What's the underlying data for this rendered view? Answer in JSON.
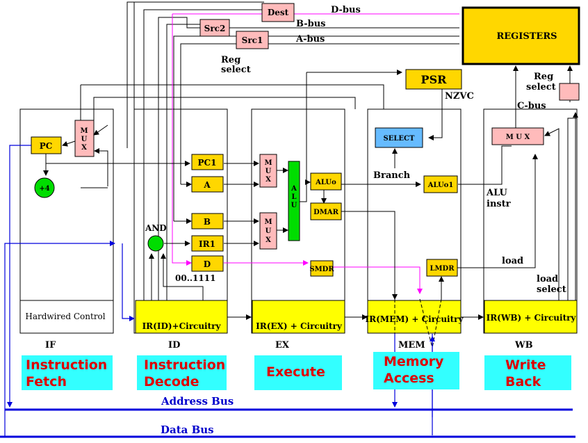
{
  "colors": {
    "register_fill": "#ffd700",
    "pink_fill": "#ffbbbb",
    "cyan_fill": "#33ffff",
    "green_fill": "#00dd00",
    "select_fill": "#66bbff",
    "bus_blue": "#0000dd",
    "magenta": "#ff00ff",
    "title_red": "#dd0000"
  },
  "registers": {
    "label": "REGISTERS",
    "dest": "Dest",
    "src2": "Src2",
    "src1": "Src1",
    "d_bus": "D-bus",
    "b_bus": "B-bus",
    "a_bus": "A-bus",
    "reg_select_top": [
      "Reg",
      "select"
    ],
    "reg_select_right": [
      "Reg",
      "select"
    ],
    "c_bus": "C-bus"
  },
  "psr": {
    "label": "PSR",
    "flags": "NZVC",
    "select": "SELECT",
    "branch": "Branch"
  },
  "if_stage": {
    "pc": "PC",
    "mux": [
      "M",
      "U",
      "X"
    ],
    "plus4": "+4",
    "hardwired": "Hardwired Control",
    "short": "IF",
    "title": [
      "Instruction",
      "Fetch"
    ]
  },
  "id_stage": {
    "pc1": "PC1",
    "a": "A",
    "b": "B",
    "ir1": "IR1",
    "d": "D",
    "and": "AND",
    "const": "00..1111",
    "ir": "IR(ID)+Circuitry",
    "short": "ID",
    "title": [
      "Instruction",
      "Decode"
    ]
  },
  "ex_stage": {
    "mux": [
      "M",
      "U",
      "X"
    ],
    "alu": [
      "A",
      "L",
      "U"
    ],
    "aluo": "ALUo",
    "dmar": "DMAR",
    "smdr": "SMDR",
    "ir": "IR(EX) + Circuitry",
    "short": "EX",
    "title": [
      "Execute"
    ]
  },
  "mem_stage": {
    "aluo1": "ALUo1",
    "lmdr": "LMDR",
    "ir": "IR(MEM) + Circuitry",
    "short": "MEM",
    "title": [
      "Memory",
      "Access"
    ]
  },
  "wb_stage": {
    "mux": "M U X",
    "alu_instr": [
      "ALU",
      "instr"
    ],
    "load": "load",
    "load_select": [
      "load",
      "select"
    ],
    "ir": "IR(WB) + Circuitry",
    "short": "WB",
    "title": [
      "Write",
      "Back"
    ]
  },
  "buses": {
    "address": "Address Bus",
    "data": "Data Bus"
  }
}
